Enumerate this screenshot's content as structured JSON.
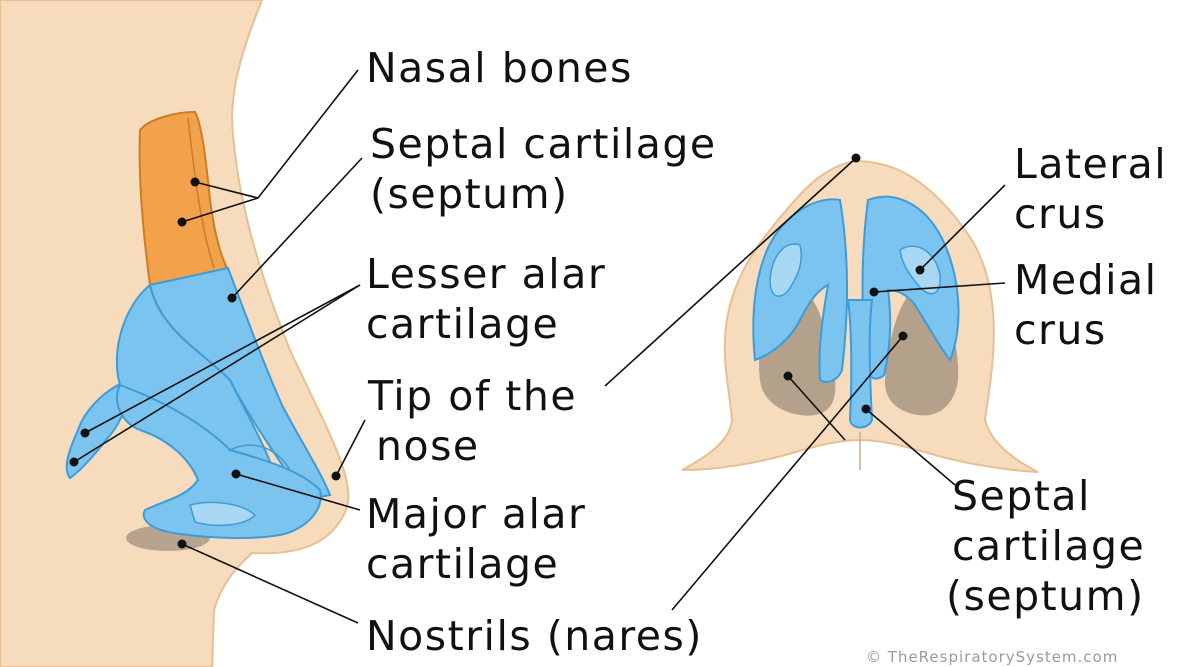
{
  "labels": {
    "nasal_bones": "Nasal bones",
    "septal_cartilage_left_1": "Septal cartilage",
    "septal_cartilage_left_2": "(septum)",
    "lesser_alar_1": "Lesser alar",
    "lesser_alar_2": "cartilage",
    "tip_1": "Tip of the",
    "tip_2": "nose",
    "major_alar_1": "Major alar",
    "major_alar_2": "cartilage",
    "nostrils": "Nostrils (nares)",
    "lateral_crus_1": "Lateral",
    "lateral_crus_2": "crus",
    "medial_crus_1": "Medial",
    "medial_crus_2": "crus",
    "septal_cartilage_right_1": "Septal",
    "septal_cartilage_right_2": "cartilage",
    "septal_cartilage_right_3": "(septum)"
  },
  "credit": "© TheRespiratorySystem.com",
  "colors": {
    "skin": "#f6dcbc",
    "skin_edge": "#e7bf93",
    "bone": "#f2a24a",
    "bone_edge": "#c97d28",
    "cartilage": "#7cc4f0",
    "cartilage_light": "#a9d8f5",
    "cartilage_edge": "#3e9bd6",
    "nostril": "#a89684"
  }
}
